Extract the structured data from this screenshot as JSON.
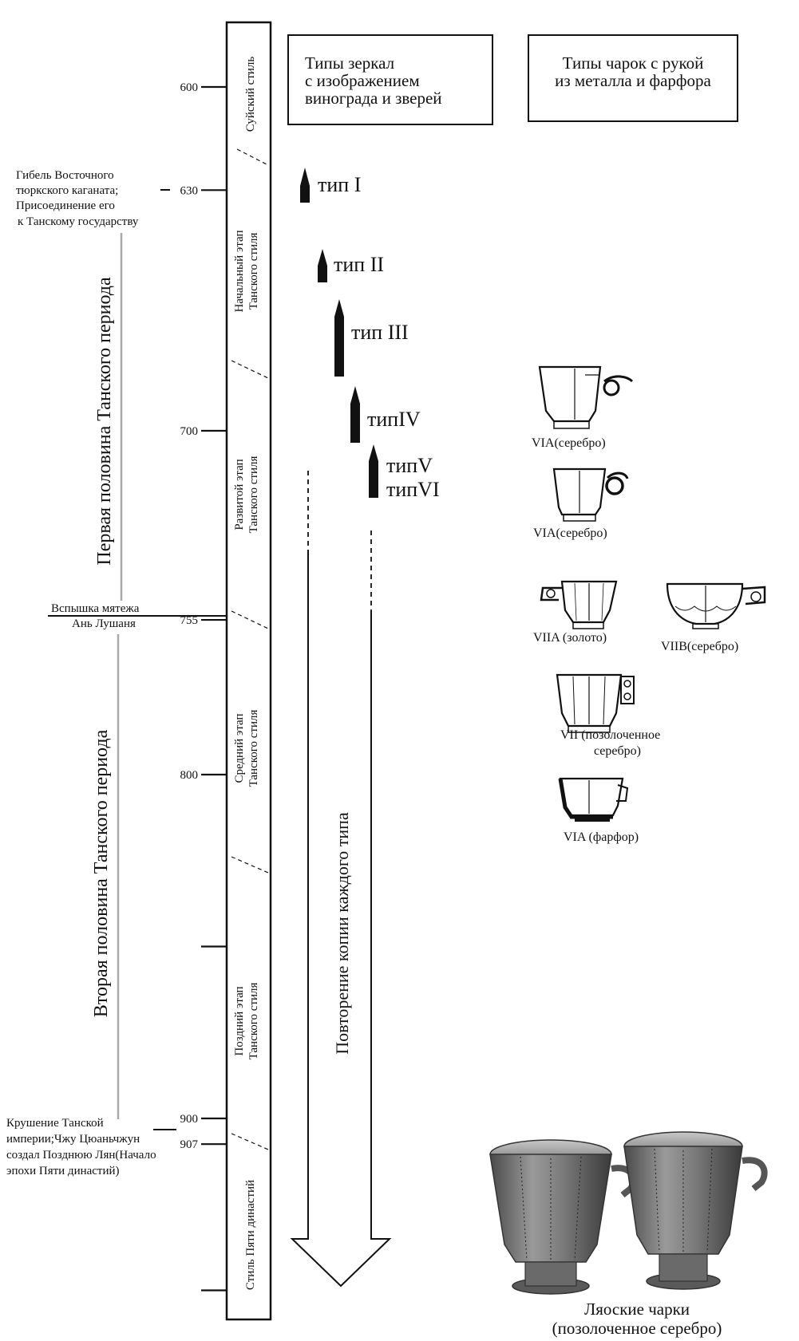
{
  "headers": {
    "mirrors": [
      "Типы зеркал",
      "с изображением",
      "винограда и зверей"
    ],
    "cups": [
      "Типы чарок с рукой",
      "из металла и фарфора"
    ]
  },
  "years": [
    "600",
    "630",
    "700",
    "755",
    "800",
    "900",
    "907"
  ],
  "timeline_marks": [
    {
      "year": 600,
      "label": "600"
    },
    {
      "year": 630,
      "label": "630"
    },
    {
      "year": 700,
      "label": "700"
    },
    {
      "year": 755,
      "label": "755"
    },
    {
      "year": 800,
      "label": "800"
    },
    {
      "year": 850,
      "label": ""
    },
    {
      "year": 900,
      "label": "900"
    },
    {
      "year": 907,
      "label": "907"
    },
    {
      "year": 950,
      "label": ""
    }
  ],
  "events": [
    {
      "year": 630,
      "lines": [
        "Гибель Восточного",
        "тюркского каганата;",
        "Присоединение его",
        "к Танскому государству"
      ]
    },
    {
      "year": 755,
      "lines": [
        "Вспышка мятежа",
        "Ань Лушаня"
      ]
    },
    {
      "year": 903,
      "lines": [
        "Крушение Танской",
        "империи;Чжу Цюаньчжун",
        "создал Позднюю Лян(Начало",
        "эпохи Пяти династий)"
      ]
    }
  ],
  "stages": [
    {
      "lines": [
        "Суйский стиль"
      ]
    },
    {
      "lines": [
        "Начальный этап",
        "Танского стиля"
      ]
    },
    {
      "lines": [
        "Развитой этап",
        "Танского стиля"
      ]
    },
    {
      "lines": [
        "Средний этап",
        "Танского стиля"
      ]
    },
    {
      "lines": [
        "Поздний этап",
        "Танского стиля"
      ]
    },
    {
      "lines": [
        "Стиль Пяти династий"
      ]
    }
  ],
  "periods": [
    "Первая половина Танского периода",
    "Вторая половина Танского периода"
  ],
  "mirror_types": [
    {
      "label": "тип I",
      "start": 625,
      "end": 632
    },
    {
      "label": "тип II",
      "start": 648,
      "end": 652
    },
    {
      "label": "тип III",
      "start": 662,
      "end": 684
    },
    {
      "label": "типIV",
      "start": 688,
      "end": 703
    },
    {
      "label": "типV",
      "start": 705,
      "end": 719
    },
    {
      "label": "типVI",
      "start": null,
      "end": null
    }
  ],
  "copy_arrow_label": "Повторение копии каждого типа",
  "cups": [
    {
      "label": "VIA(серебро)"
    },
    {
      "label": "VIA(серебро)"
    },
    {
      "label": "VIIA (золото)"
    },
    {
      "label": "VIIB(серебро)"
    },
    {
      "label": "VII (позолоченное",
      "label2": "серебро)"
    },
    {
      "label": "VIA (фарфор)"
    }
  ],
  "photo_caption": [
    "Ляоские чарки",
    "(позолоченное серебро)"
  ]
}
